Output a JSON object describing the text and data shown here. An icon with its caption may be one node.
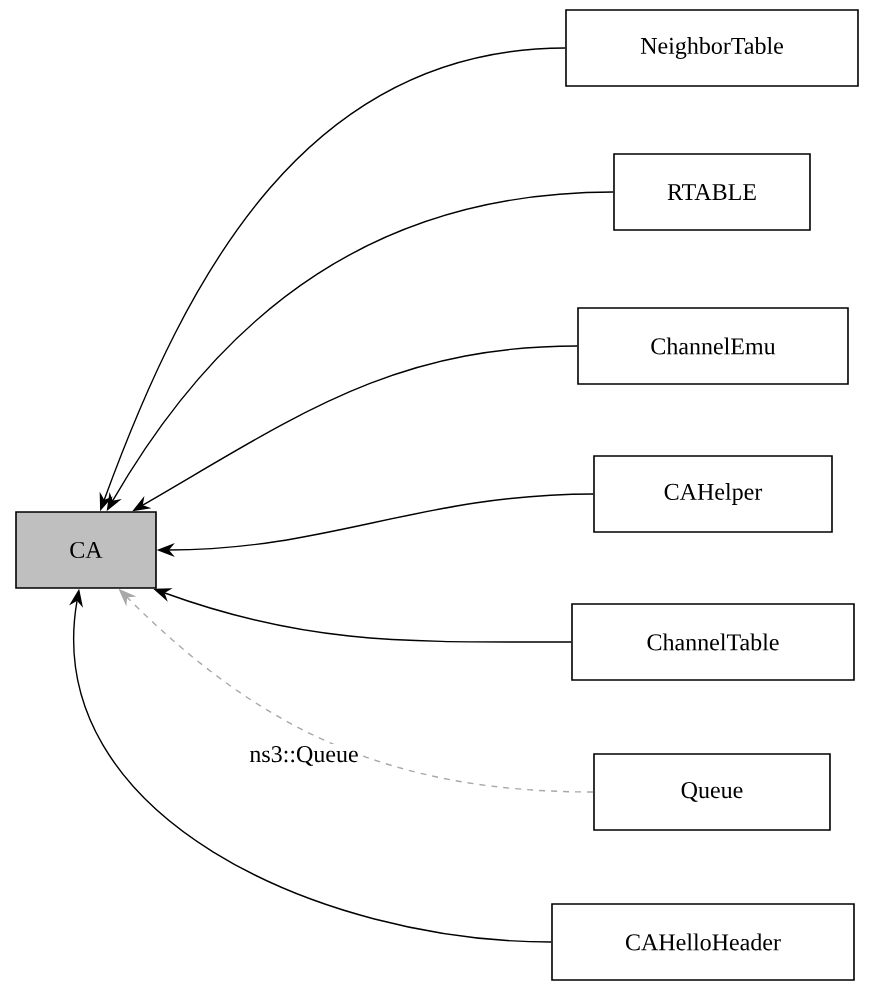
{
  "diagram": {
    "nodes": [
      {
        "text": [
          "CA"
        ]
      },
      {
        "text": [
          "NeighborTable"
        ]
      },
      {
        "text": [
          "RTABLE"
        ]
      },
      {
        "text": [
          "ChannelEmu"
        ]
      },
      {
        "text": [
          "CAHelper"
        ]
      },
      {
        "text": [
          "ChannelTable"
        ]
      },
      {
        "text": [
          "Queue"
        ]
      },
      {
        "text": [
          "CAHelloHeader"
        ]
      }
    ],
    "edges": [
      {
        "from": 1,
        "to": 0,
        "arrow": "to"
      },
      {
        "from": 2,
        "to": 0,
        "arrow": "to"
      },
      {
        "from": 3,
        "to": 0,
        "arrow": "to"
      },
      {
        "from": 4,
        "to": 0,
        "arrow": "to"
      },
      {
        "from": 5,
        "to": 0,
        "arrow": "to"
      },
      {
        "from": 6,
        "to": 0,
        "arrow": "to",
        "label": "ns3::Queue",
        "style": "dashed",
        "color": "#a8a8a8"
      },
      {
        "from": 7,
        "to": 0,
        "arrow": "to"
      }
    ]
  }
}
